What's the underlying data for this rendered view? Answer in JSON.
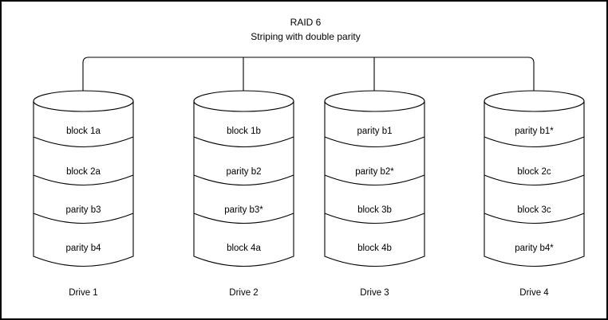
{
  "diagram": {
    "title": "RAID 6",
    "subtitle": "Striping with double parity",
    "colors": {
      "stroke": "#000000",
      "fill": "#ffffff",
      "text": "#000000",
      "border": "#000000"
    },
    "drives": [
      {
        "label": "Drive 1",
        "blocks": [
          "block 1a",
          "block 2a",
          "parity b3",
          "parity b4"
        ]
      },
      {
        "label": "Drive 2",
        "blocks": [
          "block 1b",
          "parity b2",
          "parity b3*",
          "block 4a"
        ]
      },
      {
        "label": "Drive 3",
        "blocks": [
          "parity b1",
          "parity b2*",
          "block 3b",
          "block 4b"
        ]
      },
      {
        "label": "Drive 4",
        "blocks": [
          "parity b1*",
          "block 2c",
          "block 3c",
          "parity b4*"
        ]
      }
    ]
  }
}
